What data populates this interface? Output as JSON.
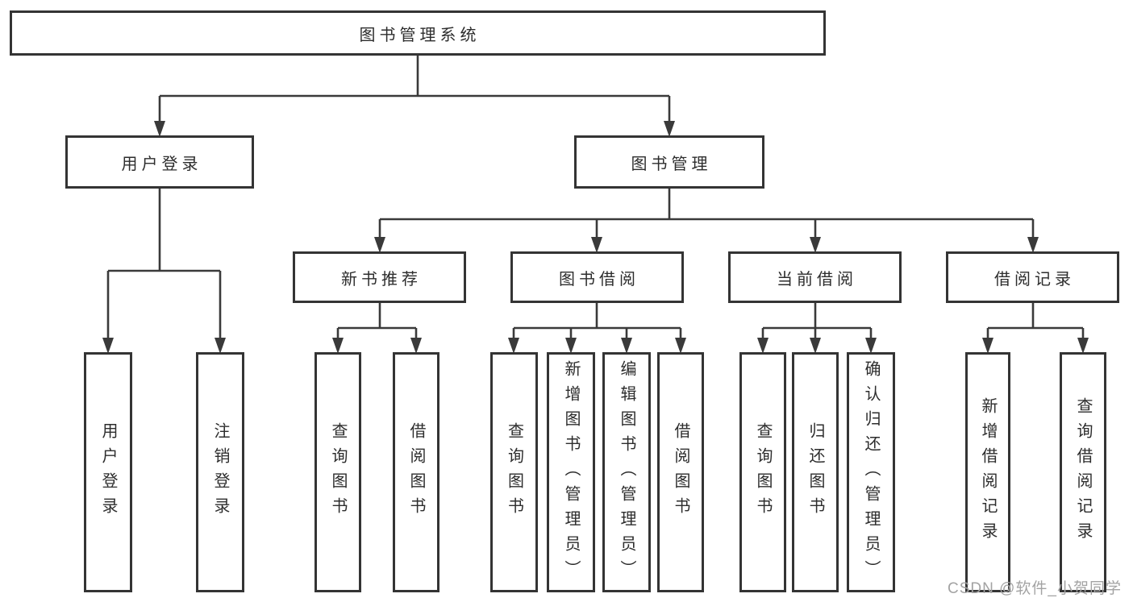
{
  "tree": {
    "root": {
      "label": "图书管理系统"
    },
    "branches": [
      {
        "label": "用户登录",
        "children": [
          {
            "label": "用户登录"
          },
          {
            "label": "注销登录"
          }
        ]
      },
      {
        "label": "图书管理",
        "children": [
          {
            "label": "新书推荐",
            "children": [
              {
                "label": "查询图书"
              },
              {
                "label": "借阅图书"
              }
            ]
          },
          {
            "label": "图书借阅",
            "children": [
              {
                "label": "查询图书"
              },
              {
                "label": "新增图书（管理员）"
              },
              {
                "label": "编辑图书（管理员）"
              },
              {
                "label": "借阅图书"
              }
            ]
          },
          {
            "label": "当前借阅",
            "children": [
              {
                "label": "查询图书"
              },
              {
                "label": "归还图书"
              },
              {
                "label": "确认归还（管理员）"
              }
            ]
          },
          {
            "label": "借阅记录",
            "children": [
              {
                "label": "新增借阅记录"
              },
              {
                "label": "查询借阅记录"
              }
            ]
          }
        ]
      }
    ]
  },
  "watermark": {
    "text": "CSDN @软件_小贺同学"
  },
  "colors": {
    "line": "#3a3a3a",
    "box_border": "#343434",
    "text": "#2d2d2d",
    "watermark": "#a3a3a3",
    "background": "#ffffff"
  }
}
